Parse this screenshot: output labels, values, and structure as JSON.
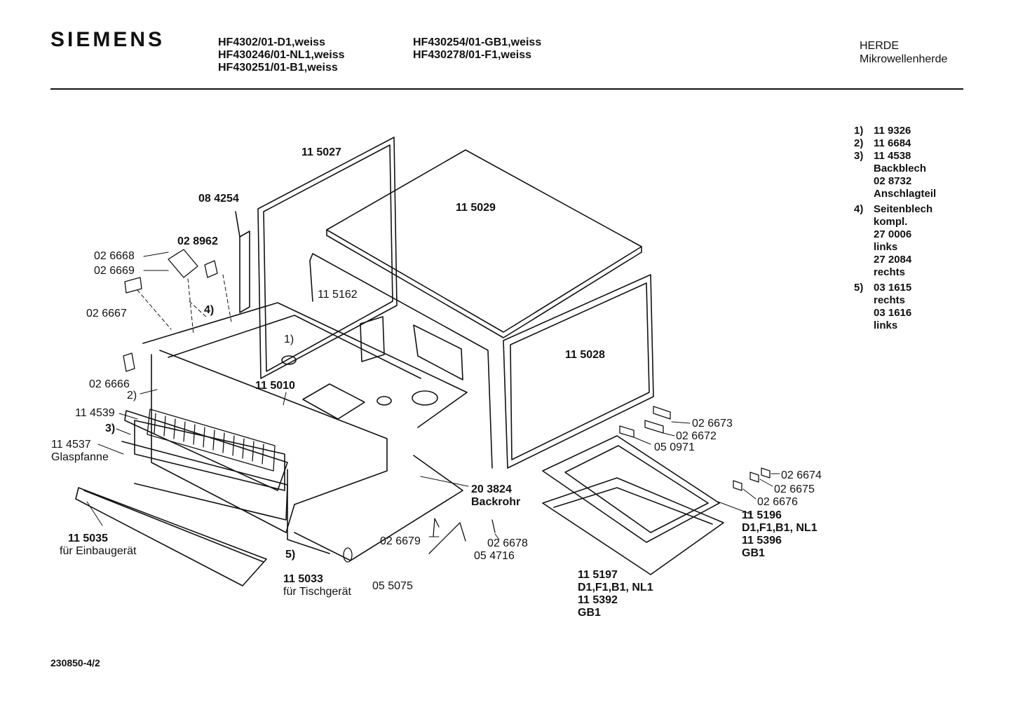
{
  "header": {
    "brand": "SIEMENS",
    "models_col1": [
      "HF4302/01-D1,weiss",
      "HF430246/01-NL1,weiss",
      "HF430251/01-B1,weiss"
    ],
    "models_col2": [
      "HF430254/01-GB1,weiss",
      "HF430278/01-F1,weiss"
    ],
    "category": "HERDE",
    "subcategory": "Mikrowellenherde"
  },
  "notes": [
    {
      "num": "1)",
      "lines": [
        "11 9326"
      ]
    },
    {
      "num": "2)",
      "lines": [
        "11 6684"
      ]
    },
    {
      "num": "3)",
      "lines": [
        "11 4538",
        "Backblech",
        "02 8732",
        "Anschlagteil"
      ]
    },
    {
      "num": "4)",
      "lines": [
        "Seitenblech",
        "kompl.",
        "27 0006",
        "links",
        "27 2084",
        "rechts"
      ]
    },
    {
      "num": "5)",
      "lines": [
        "03 1615",
        "rechts",
        "03 1616",
        "links"
      ]
    }
  ],
  "labels": {
    "p115027": "11 5027",
    "p084254": "08 4254",
    "p115029": "11 5029",
    "p028962": "02 8962",
    "p026668": "02 6668",
    "p026669": "02 6669",
    "p115162": "11 5162",
    "p026667": "02 6667",
    "n4": "4)",
    "n1": "1)",
    "p115028": "11 5028",
    "p026666": "02 6666",
    "n2": "2)",
    "p115010": "11 5010",
    "p114539": "11 4539",
    "n3": "3)",
    "p114537": "11 4537",
    "glaspfanne": "Glaspfanne",
    "p026673": "02 6673",
    "p026672": "02 6672",
    "p050971": "05 0971",
    "p026674": "02 6674",
    "p026675": "02 6675",
    "p026676": "02 6676",
    "p203824": "20 3824",
    "backrohr": "Backrohr",
    "p115196": "11 5196",
    "d1f1b1nl1_a": "D1,F1,B1, NL1",
    "p115396": "11 5396",
    "gb1_a": "GB1",
    "p115035": "11 5035",
    "einbau": "für Einbaugerät",
    "p026679": "02 6679",
    "p026678": "02 6678",
    "n5": "5)",
    "p054716": "05 4716",
    "p115033": "11 5033",
    "tisch": "für Tischgerät",
    "p055075": "05 5075",
    "p115197": "11 5197",
    "d1f1b1nl1_b": "D1,F1,B1, NL1",
    "p115392": "11 5392",
    "gb1_b": "GB1"
  },
  "footer": {
    "doc_number": "230850-4/2"
  }
}
